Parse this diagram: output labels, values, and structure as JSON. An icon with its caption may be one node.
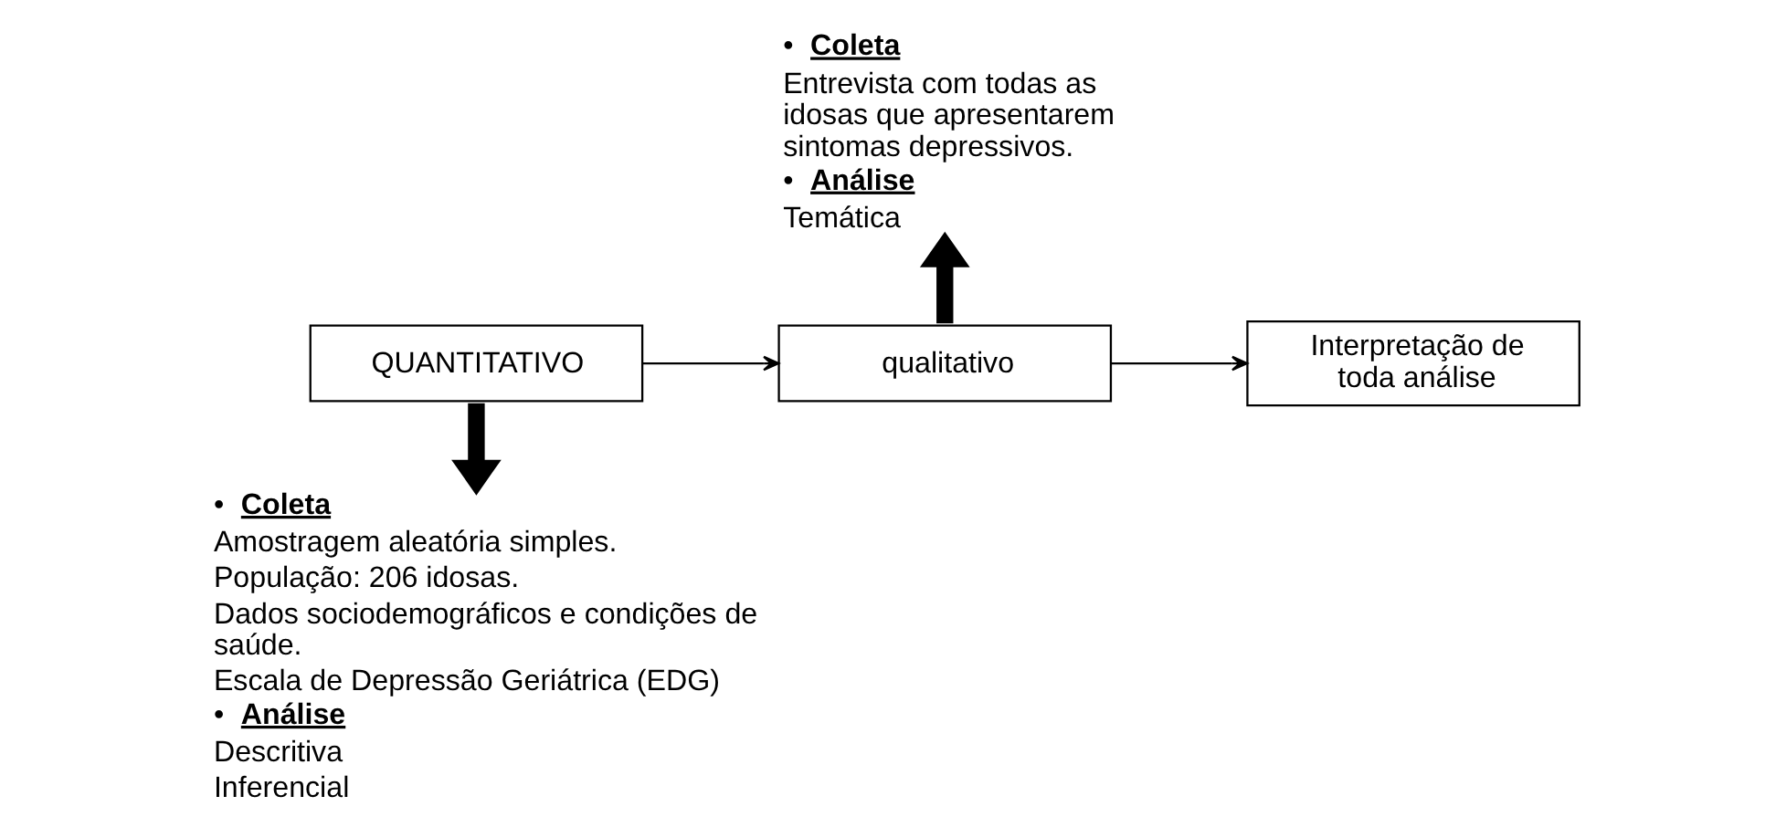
{
  "diagram": {
    "nodes": [
      {
        "text": [
          "QUANTITATIVO"
        ]
      },
      {
        "text": [
          "qualitativo"
        ]
      },
      {
        "text": [
          "Interpretação de toda análise"
        ]
      },
      {
        "text": [
          "• Coleta",
          "Amostragem aleatória simples.",
          "População: 206 idosas.",
          "Dados sociodemográficos e condições de saúde.",
          "Escala de Depressão Geriátrica (EDG)",
          "• Análise",
          "Descritiva",
          "Inferencial"
        ]
      },
      {
        "text": [
          "• Coleta",
          "Entrevista com todas as idosas que apresentarem sintomas depressivos.",
          "• Análise",
          "Temática"
        ]
      }
    ],
    "edges": [
      {
        "from": 0,
        "to": 1,
        "arrow": "to"
      },
      {
        "from": 1,
        "to": 2,
        "arrow": "to"
      },
      {
        "from": 0,
        "to": 3,
        "arrow": "to",
        "style": "thick"
      },
      {
        "from": 1,
        "to": 4,
        "arrow": "to",
        "style": "thick"
      }
    ]
  }
}
